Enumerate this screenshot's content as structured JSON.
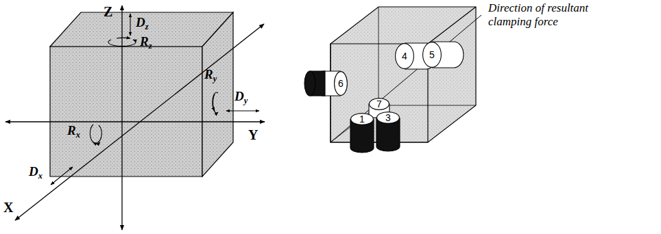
{
  "diagram": {
    "nodes": [
      {
        "text": [
          "4"
        ]
      },
      {
        "text": [
          "5"
        ]
      },
      {
        "text": [
          "6"
        ]
      },
      {
        "text": [
          "7"
        ]
      },
      {
        "text": [
          "1"
        ]
      },
      {
        "text": [
          "3"
        ]
      }
    ],
    "labels": [
      "Z",
      "Dz",
      "Rz",
      "Ry",
      "Dy",
      "Y",
      "Rx",
      "Dx",
      "X",
      "Direction of resultant clamping force"
    ]
  }
}
